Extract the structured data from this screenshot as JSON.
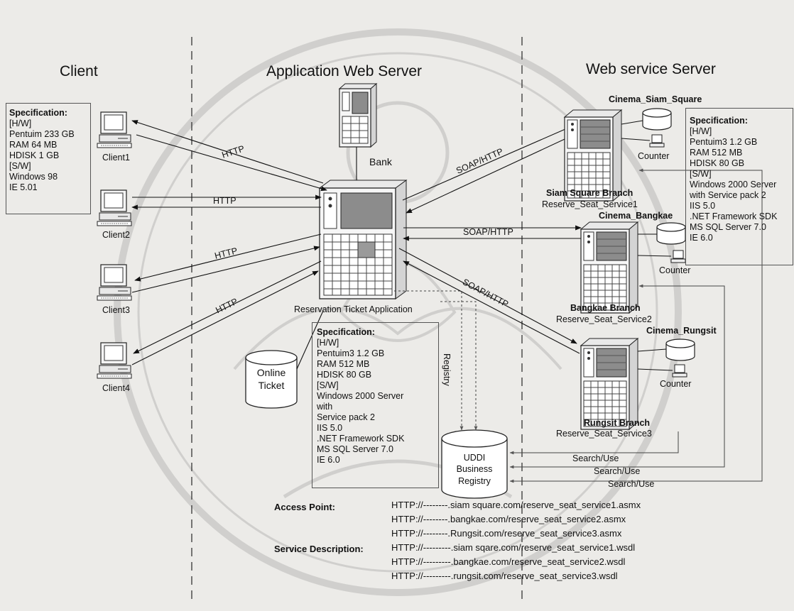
{
  "columns": {
    "client": "Client",
    "app_server": "Application Web Server",
    "ws_server": "Web service Server"
  },
  "clients": [
    "Client1",
    "Client2",
    "Client3",
    "Client4"
  ],
  "client_spec": {
    "title": "Specification:",
    "lines": [
      "[H/W]",
      "Pentuim 233 GB",
      "RAM 64 MB",
      "HDISK 1 GB",
      "[S/W]",
      "Windows 98",
      "IE 5.01"
    ]
  },
  "app": {
    "bank": "Bank",
    "app_label": "Reservation Ticket Application",
    "db_lines": [
      "Online",
      "Ticket"
    ],
    "registry": "Registry",
    "spec_title": "Specification:",
    "spec_lines": [
      "[H/W]",
      "Pentuim3 1.2 GB",
      "RAM 512 MB",
      "HDISK 80 GB",
      "[S/W]",
      "Windows 2000 Server",
      "with",
      "Service pack 2",
      "IIS 5.0",
      ".NET Framework SDK",
      "MS SQL Server 7.0",
      "IE 6.0"
    ],
    "uddi_lines": [
      "UDDI",
      "Business",
      "Registry"
    ]
  },
  "protocols": {
    "http": "HTTP",
    "soap": "SOAP/HTTP"
  },
  "branches": [
    {
      "cinema": "Cinema_Siam_Square",
      "name": "Siam Square Branch",
      "service": "Reserve_Seat_Service1",
      "counter": "Counter"
    },
    {
      "cinema": "Cinema_Bangkae",
      "name": "Bangkae Branch",
      "service": "Reserve_Seat_Service2",
      "counter": "Counter"
    },
    {
      "cinema": "Cinema_Rungsit",
      "name": "Rungsit Branch",
      "service": "Reserve_Seat_Service3",
      "counter": "Counter"
    }
  ],
  "ws_spec": {
    "title": "Specification:",
    "lines": [
      "[H/W]",
      "Pentuim3 1.2 GB",
      "RAM 512 MB",
      "HDISK 80 GB",
      "[S/W]",
      "Windows 2000 Server",
      "with Service pack 2",
      "IIS 5.0",
      ".NET Framework SDK",
      "MS SQL Server 7.0",
      "IE 6.0"
    ]
  },
  "search_use": [
    "Search/Use",
    "Search/Use",
    "Search/Use"
  ],
  "footer": {
    "access_point_label": "Access Point:",
    "access_points": [
      "HTTP://--------.siam square.com/reserve_seat_service1.asmx",
      "HTTP://--------.bangkae.com/reserve_seat_service2.asmx",
      "HTTP://--------.Rungsit.com/reserve_seat_service3.asmx"
    ],
    "service_desc_label": "Service Description:",
    "service_descs": [
      "HTTP://---------.siam sqare.com/reserve_seat_service1.wsdl",
      "HTTP://---------.bangkae.com/reserve_seat_service2.wsdl",
      "HTTP://---------.rungsit.com/reserve_seat_service3.wsdl"
    ]
  }
}
